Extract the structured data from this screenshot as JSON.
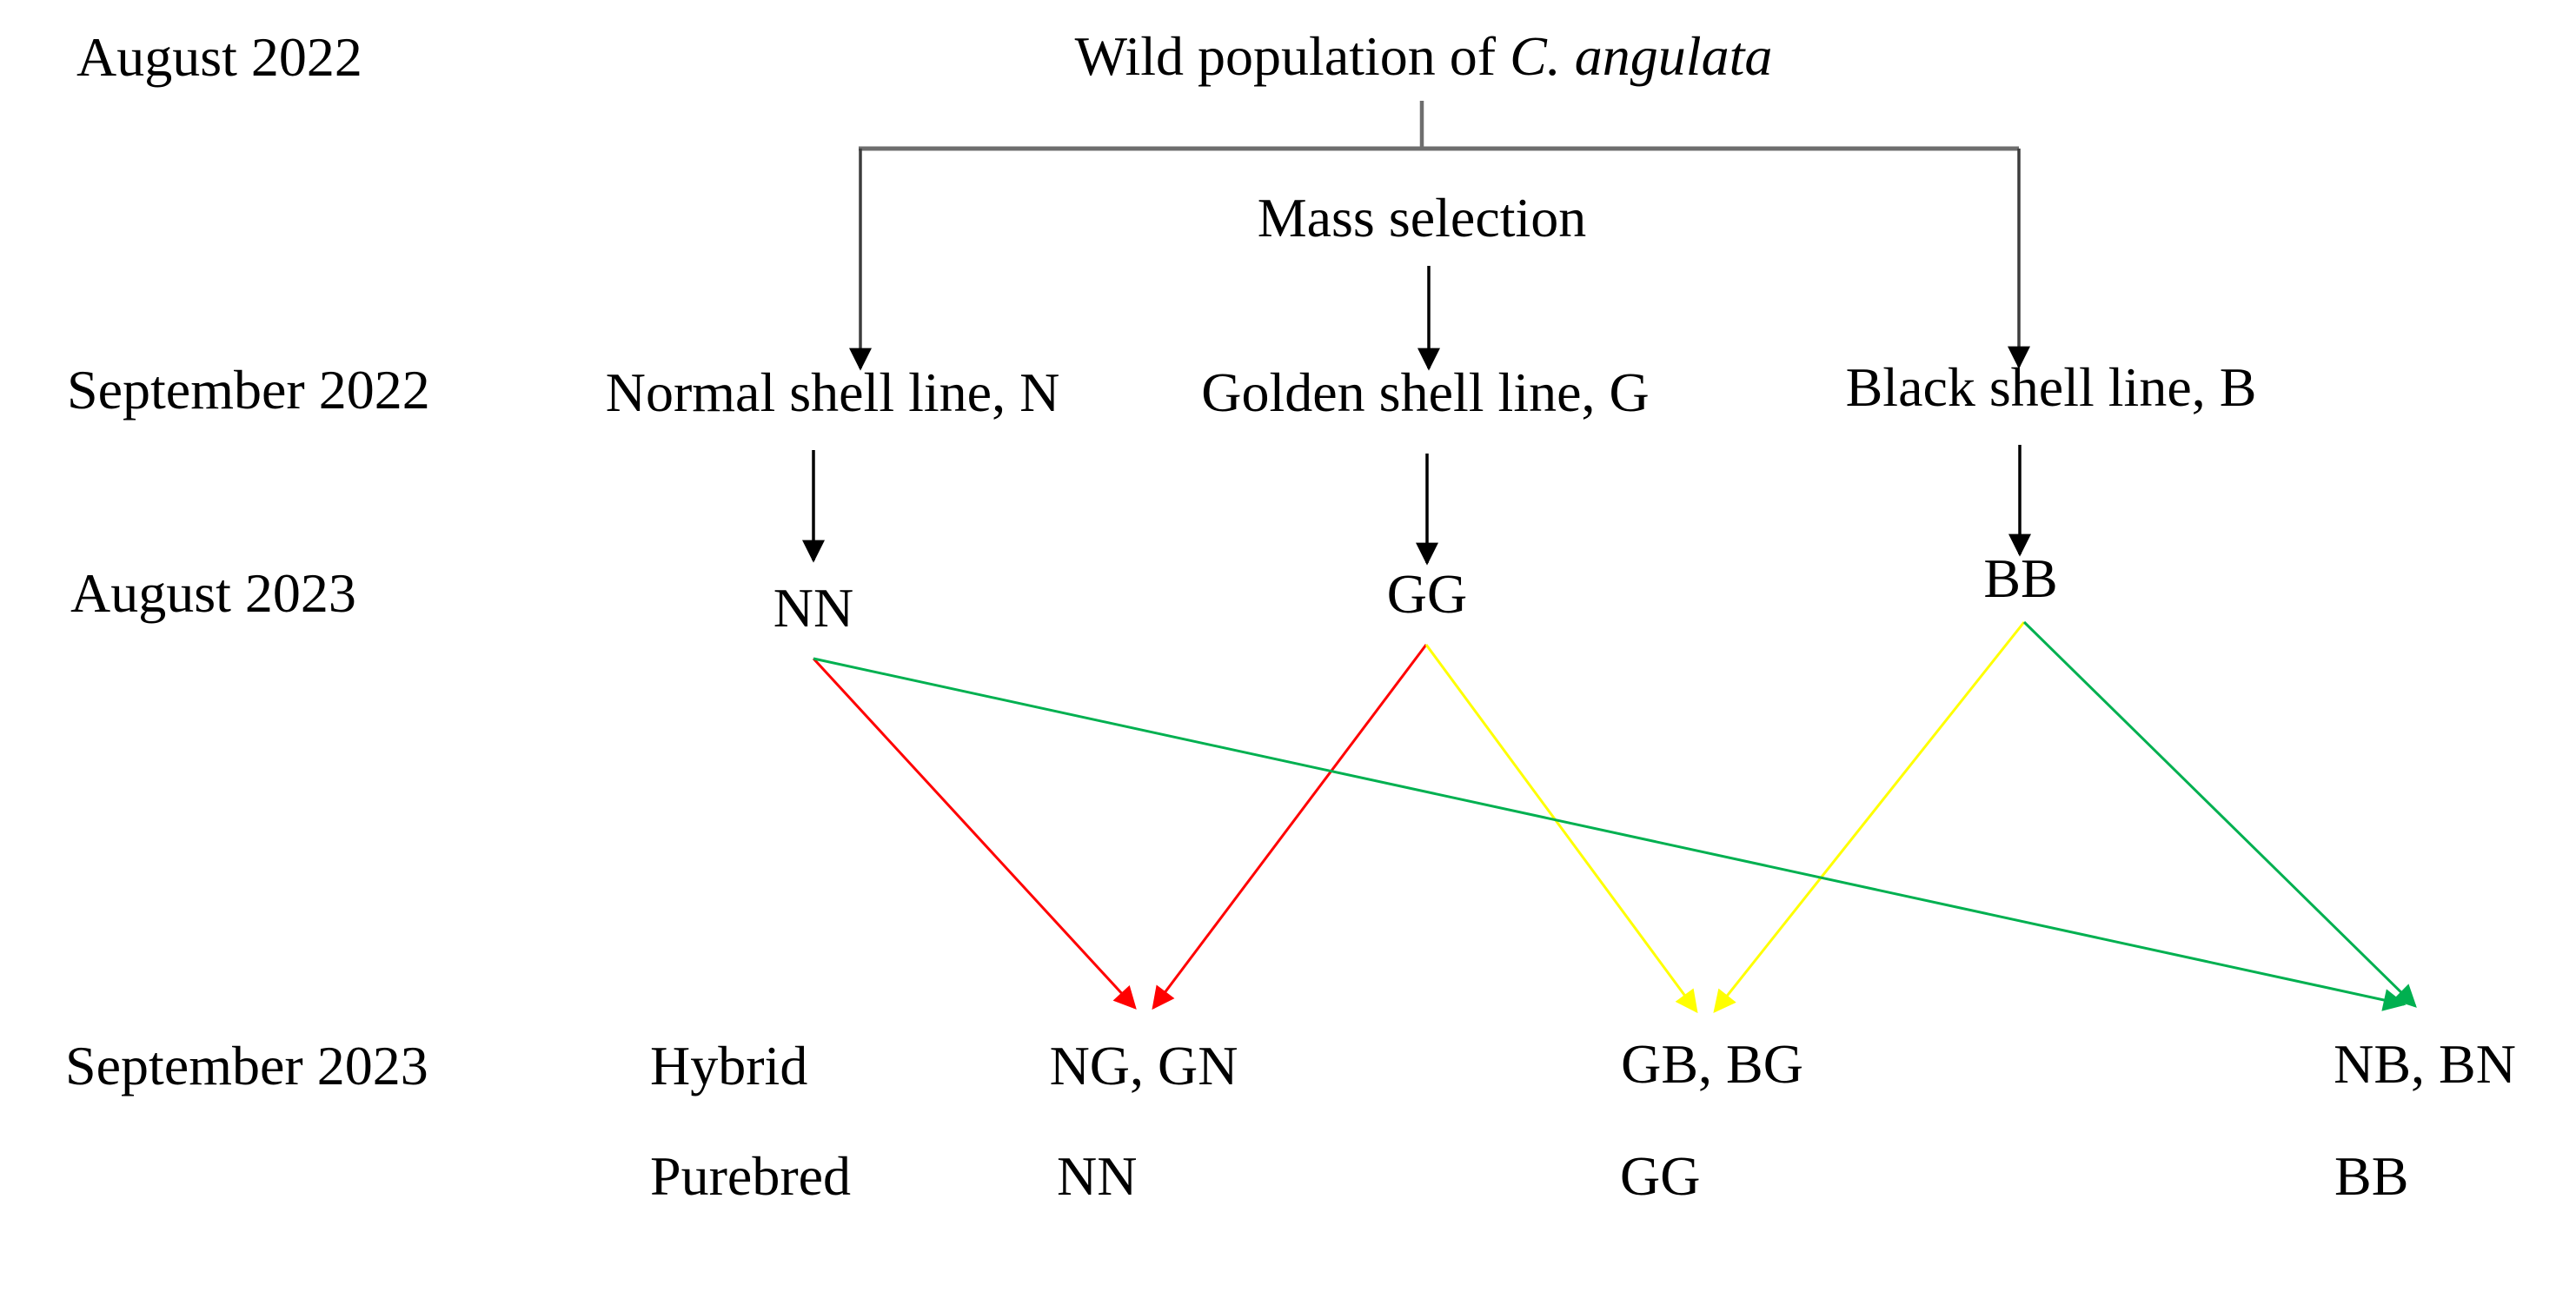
{
  "timeline": {
    "aug2022": "August 2022",
    "sep2022": "September 2022",
    "aug2023": "August 2023",
    "sep2023": "September 2023"
  },
  "root": {
    "prefix": "Wild population of ",
    "species": "C. angulata"
  },
  "mass_selection": "Mass selection",
  "shell_lines": [
    {
      "name": "Normal shell line, N",
      "g1": "NN"
    },
    {
      "name": "Golden shell line, G",
      "g1": "GG"
    },
    {
      "name": "Black shell line, B",
      "g1": "BB"
    }
  ],
  "offspring": {
    "hybrid_label": "Hybrid",
    "purebred_label": "Purebred",
    "purebreds": [
      "NN",
      "GG",
      "BB"
    ]
  },
  "crosses": [
    {
      "parents": [
        "NN",
        "GG"
      ],
      "offspring": "NG, GN",
      "color": "#ff0000"
    },
    {
      "parents": [
        "GG",
        "BB"
      ],
      "offspring": "GB, BG",
      "color": "#ffff00"
    },
    {
      "parents": [
        "NN",
        "BB"
      ],
      "offspring": "NB, BN",
      "color": "#00b050"
    }
  ],
  "colors": {
    "text": "#000000",
    "connector": "#6e6e6e",
    "branch": "#3d3d3d",
    "arrow": "#000000"
  }
}
